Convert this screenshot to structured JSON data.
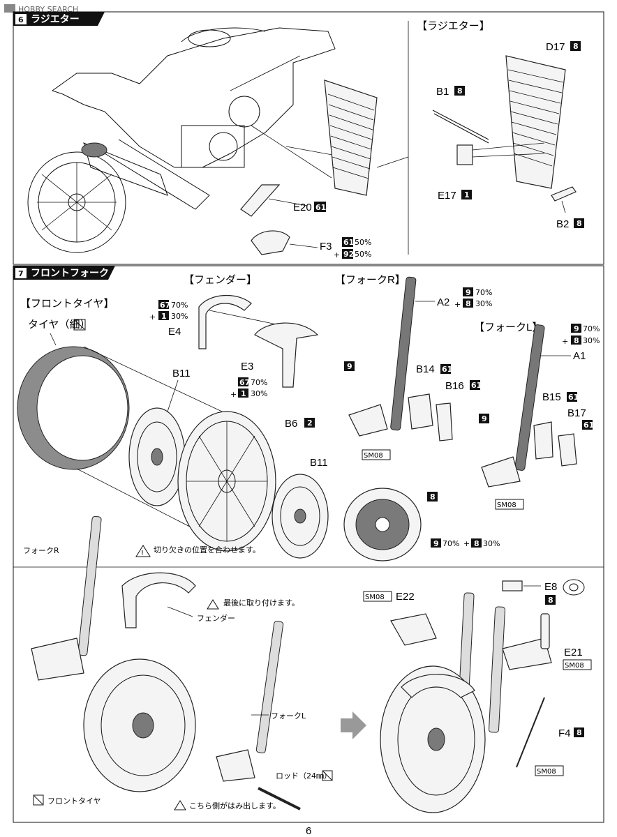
{
  "watermark": "HOBBY SEARCH",
  "page_number": "6",
  "step6": {
    "number": "6",
    "title": "ラジエター",
    "box_title": "【ラジエター】",
    "parts": {
      "D17": "D17",
      "D17_c": "8",
      "B1": "B1",
      "B1_c": "8",
      "E17": "E17",
      "E17_c": "1",
      "B2": "B2",
      "B2_c": "8",
      "E20": "E20",
      "E20_c": "61",
      "F3": "F3",
      "F3_c1": "61",
      "F3_p1": "50%",
      "F3_plus": "+",
      "F3_c2": "92",
      "F3_p2": "50%"
    }
  },
  "step7": {
    "number": "7",
    "title": "フロントフォーク",
    "tire_title": "【フロントタイヤ】",
    "tire_label": "タイヤ（細）",
    "fender_title": "【フェンダー】",
    "forkR_title": "【フォークR】",
    "forkL_title": "【フォークL】",
    "fender_color": {
      "c1": "67",
      "p1": "70%",
      "plus": "+",
      "c2": "1",
      "p2": "30%"
    },
    "E4": "E4",
    "E3": "E3",
    "E3_color": {
      "c1": "67",
      "p1": "70%",
      "plus": "+",
      "c2": "1",
      "p2": "30%"
    },
    "B11a": "B11",
    "B6": "B6",
    "B6_c": "2",
    "B11b": "B11",
    "caution_notch": "切り欠きの位置を合わせます。",
    "A2": "A2",
    "A2_color": {
      "c1": "9",
      "p1": "70%",
      "plus": "+",
      "c2": "8",
      "p2": "30%"
    },
    "B14": "B14",
    "B14_c": "61",
    "B16": "B16",
    "B16_c": "61",
    "forkR_c": "9",
    "sm08": "SM08",
    "disc_c": "8",
    "disc_color": {
      "c1": "9",
      "p1": "70%",
      "plus": "+",
      "c2": "8",
      "p2": "30%"
    },
    "A1": "A1",
    "A1_color": {
      "c1": "9",
      "p1": "70%",
      "plus": "+",
      "c2": "8",
      "p2": "30%"
    },
    "B15": "B15",
    "B15_c": "61",
    "B17": "B17",
    "B17_c": "61",
    "forkL_c": "9"
  },
  "assembly": {
    "forkR": "フォークR",
    "fender": "フェンダー",
    "caution_last": "最後に取り付けます。",
    "forkL": "フォークL",
    "rod": "ロッド（24㎜）",
    "front_tire": "フロントタイヤ",
    "caution_side": "こちら側がはみ出します。",
    "E22": "E22",
    "E8": "E8",
    "E8_c": "8",
    "E21": "E21",
    "F4": "F4",
    "F4_c": "8",
    "sm08": "SM08"
  },
  "colors": {
    "ink": "#111111",
    "badge": "#1a1a1a",
    "tire": "#8c8c8c"
  }
}
